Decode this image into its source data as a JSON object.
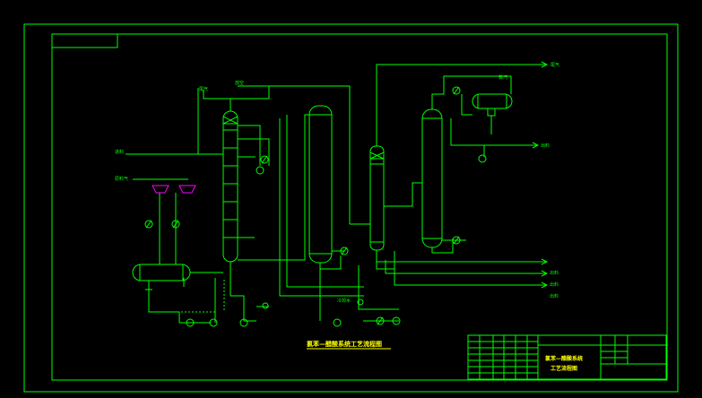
{
  "drawing": {
    "line_color": "#00ff00",
    "accent_color": "#ff00ff",
    "text_color": "#ffff00",
    "background": "#000000",
    "bottom_title": "氯苯—醋酸系统工艺流程图",
    "title_block": {
      "title_line1": "氯苯—醋酸系统",
      "title_line2": "工艺流程图"
    },
    "stream_labels": {
      "top_left_1": "尾气",
      "top_left_2": "放空",
      "feed_1": "进料",
      "feed_2": "原料气",
      "top_right_1": "尾气",
      "top_right_2": "蒸汽",
      "right_mid": "出料",
      "outlet_1": "出料",
      "outlet_2": "出料",
      "outlet_3": "出料",
      "bottom_mid": "冷却水"
    }
  }
}
